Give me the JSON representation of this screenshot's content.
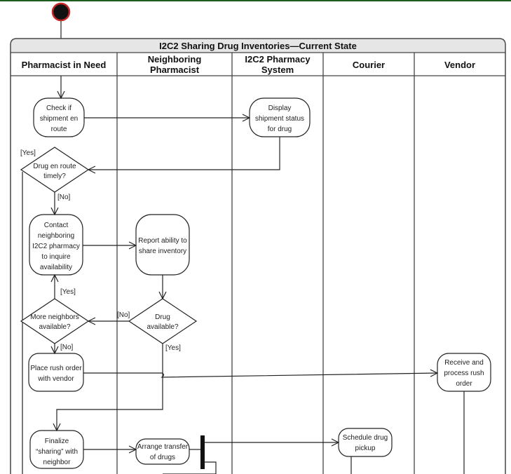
{
  "title": "I2C2 Sharing Drug Inventories—Current State",
  "lanes": [
    {
      "line1": "Pharmacist in Need",
      "line2": ""
    },
    {
      "line1": "Neighboring",
      "line2": "Pharmacist"
    },
    {
      "line1": "I2C2 Pharmacy",
      "line2": "System"
    },
    {
      "line1": "Courier",
      "line2": ""
    },
    {
      "line1": "Vendor",
      "line2": ""
    }
  ],
  "nodes": {
    "check": [
      "Check if",
      "shipment en",
      "route"
    ],
    "display": [
      "Display",
      "shipment status",
      "for drug"
    ],
    "drug_en_route": [
      "Drug en route",
      "timely?"
    ],
    "contact": [
      "Contact",
      "neighboring",
      "I2C2 pharmacy",
      "to inquire",
      "availability"
    ],
    "report": [
      "Report ability to",
      "share inventory"
    ],
    "more_neighbors": [
      "More neighbors",
      "available?"
    ],
    "drug_available": [
      "Drug",
      "available?"
    ],
    "rush_order": [
      "Place rush order",
      "with vendor"
    ],
    "receive": [
      "Receive and",
      "process rush",
      "order"
    ],
    "finalize": [
      "Finalize",
      "“sharing” with",
      "neighbor"
    ],
    "arrange": [
      "Arrange transfer",
      "of drugs"
    ],
    "schedule": [
      "Schedule drug",
      "pickup"
    ]
  },
  "guards": {
    "yes_enroute": "[Yes]",
    "no_enroute": "[No]",
    "yes_more": "[Yes]",
    "no_more": "[No]",
    "no_drug": "[No]",
    "yes_drug": "[Yes]"
  }
}
